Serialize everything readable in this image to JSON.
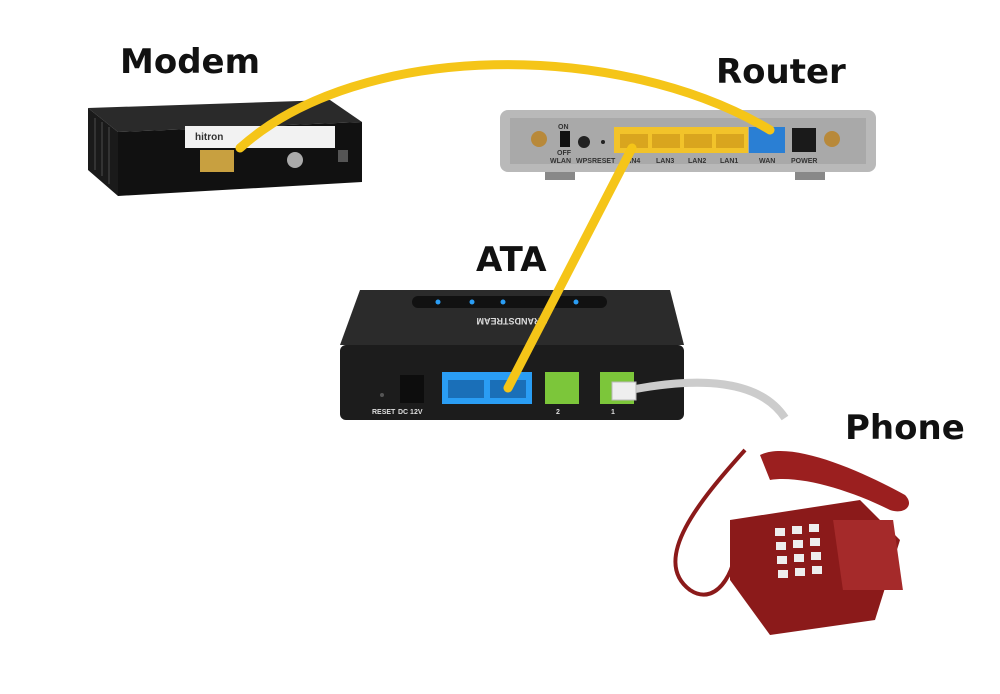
{
  "labels": {
    "modem": "Modem",
    "router": "Router",
    "ata": "ATA",
    "phone": "Phone"
  },
  "modem": {
    "brand": "hitron"
  },
  "router": {
    "ports": {
      "on": "ON",
      "off": "OFF",
      "wlan": "WLAN",
      "wps": "WPS",
      "reset": "RESET",
      "lan4": "LAN4",
      "lan3": "LAN3",
      "lan2": "LAN2",
      "lan1": "LAN1",
      "wan": "WAN",
      "power": "POWER"
    }
  },
  "ata": {
    "brand": "GRANDSTREAM",
    "reset": "RESET",
    "dc": "DC 12V",
    "phone2": "2",
    "phone1": "1"
  },
  "colors": {
    "cable": "#f5c518",
    "lan_port": "#2a9df4",
    "phone_port": "#7cc63a",
    "phone_body": "#8b1a1a"
  }
}
